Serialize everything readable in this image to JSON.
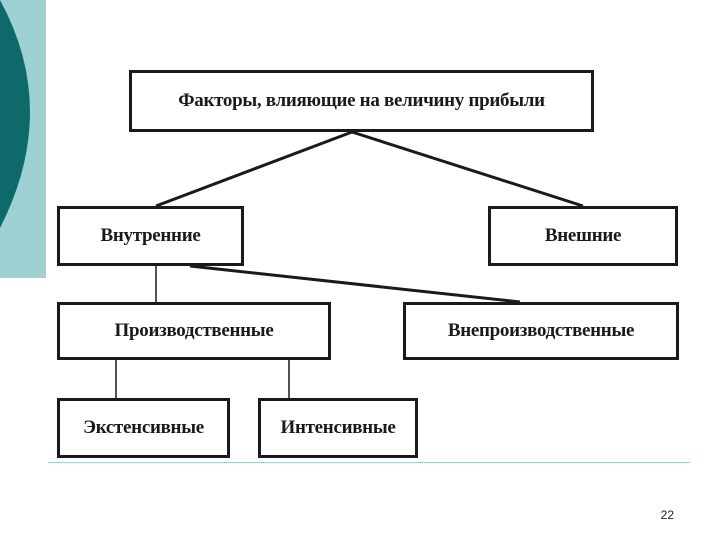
{
  "theme": {
    "accent_dark": "#0e6a6a",
    "accent_light": "#9fd1d3",
    "line_color": "#1a1a1a"
  },
  "diagram": {
    "root": "Факторы, влияющие на величину прибыли",
    "level1": {
      "internal": "Внутренние",
      "external": "Внешние"
    },
    "level2": {
      "production": "Производственные",
      "non_production": "Внепроизводственные"
    },
    "level3": {
      "extensive": "Экстенсивные",
      "intensive": "Интенсивные"
    }
  },
  "footer": {
    "page_number": "22"
  }
}
